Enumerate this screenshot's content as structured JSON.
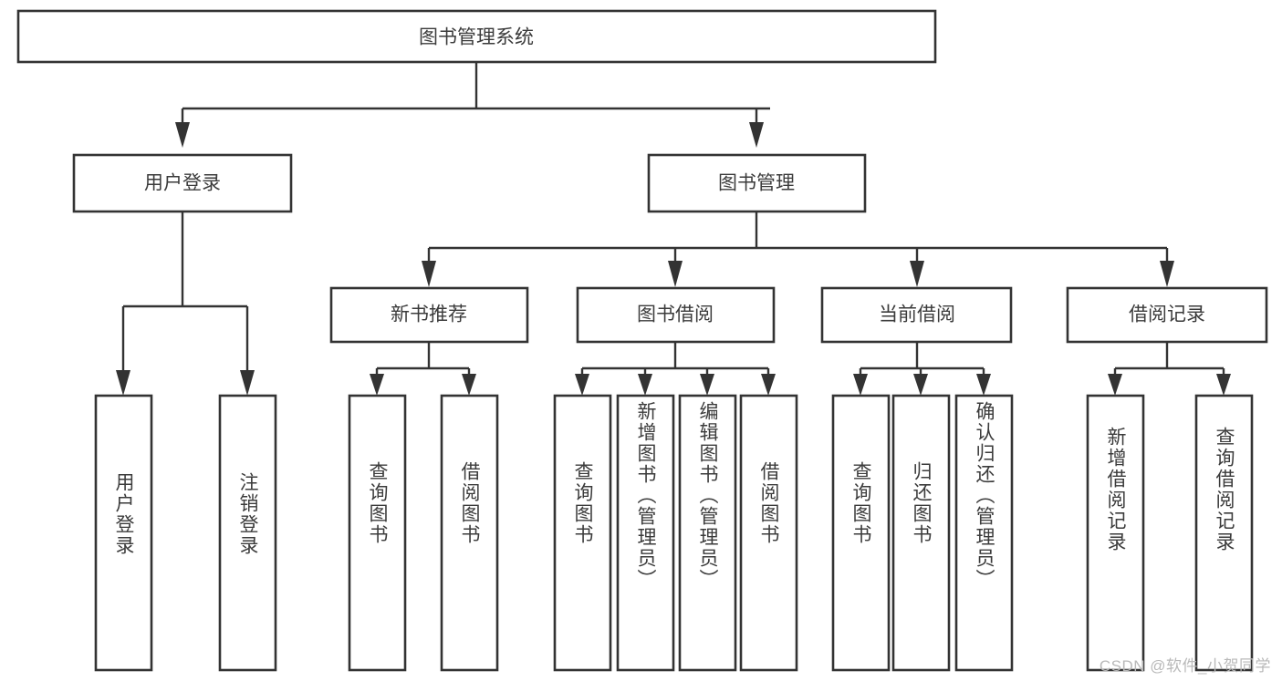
{
  "diagram": {
    "type": "tree-hierarchy-chart",
    "title_node": {
      "label": "图书管理系统"
    },
    "level2": [
      {
        "id": "user-login",
        "label": "用户登录"
      },
      {
        "id": "book-management",
        "label": "图书管理"
      }
    ],
    "level3": [
      {
        "id": "new-book-recommend",
        "label": "新书推荐"
      },
      {
        "id": "book-borrow",
        "label": "图书借阅"
      },
      {
        "id": "current-borrow",
        "label": "当前借阅"
      },
      {
        "id": "borrow-record",
        "label": "借阅记录"
      }
    ],
    "leaves": {
      "user_login": [
        {
          "id": "leaf-user-login",
          "label": "用户登录"
        },
        {
          "id": "leaf-logout-login",
          "label": "注销登录"
        }
      ],
      "new_book_recommend": [
        {
          "id": "leaf-query-book-1",
          "label": "查询图书"
        },
        {
          "id": "leaf-borrow-book-1",
          "label": "借阅图书"
        }
      ],
      "book_borrow": [
        {
          "id": "leaf-query-book-2",
          "label": "查询图书"
        },
        {
          "id": "leaf-add-book",
          "label": "新增图书（管理员）"
        },
        {
          "id": "leaf-edit-book",
          "label": "编辑图书（管理员）"
        },
        {
          "id": "leaf-borrow-book-2",
          "label": "借阅图书"
        }
      ],
      "current_borrow": [
        {
          "id": "leaf-query-book-3",
          "label": "查询图书"
        },
        {
          "id": "leaf-return-book",
          "label": "归还图书"
        },
        {
          "id": "leaf-confirm-return",
          "label": "确认归还（管理员）"
        }
      ],
      "borrow_record": [
        {
          "id": "leaf-add-record",
          "label": "新增借阅记录"
        },
        {
          "id": "leaf-query-record",
          "label": "查询借阅记录"
        }
      ]
    }
  },
  "watermark": {
    "text": "CSDN @软件_小贺同学"
  },
  "colors": {
    "box_stroke": "#333333",
    "box_fill": "#ffffff",
    "text": "#3b3b3b",
    "connector": "#333333",
    "watermark": "#b9b9b9",
    "background": "#ffffff"
  }
}
